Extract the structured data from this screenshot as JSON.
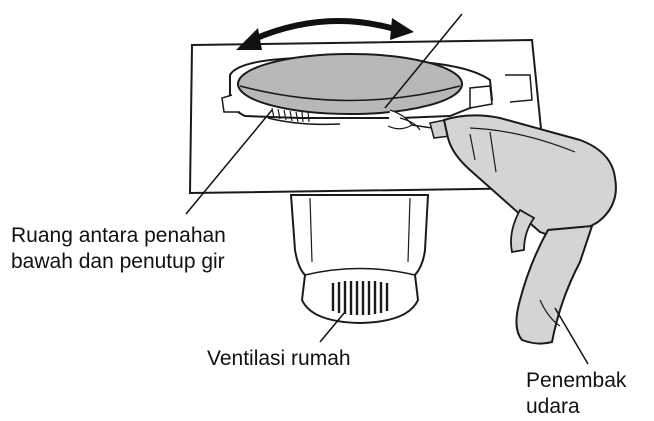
{
  "labels": {
    "gap_line_1": "Ruang antara penahan",
    "gap_line_2": "bawah dan penutup gir",
    "vent": "Ventilasi rumah",
    "air_gun_line_1": "Penembak",
    "air_gun_line_2": "udara"
  }
}
